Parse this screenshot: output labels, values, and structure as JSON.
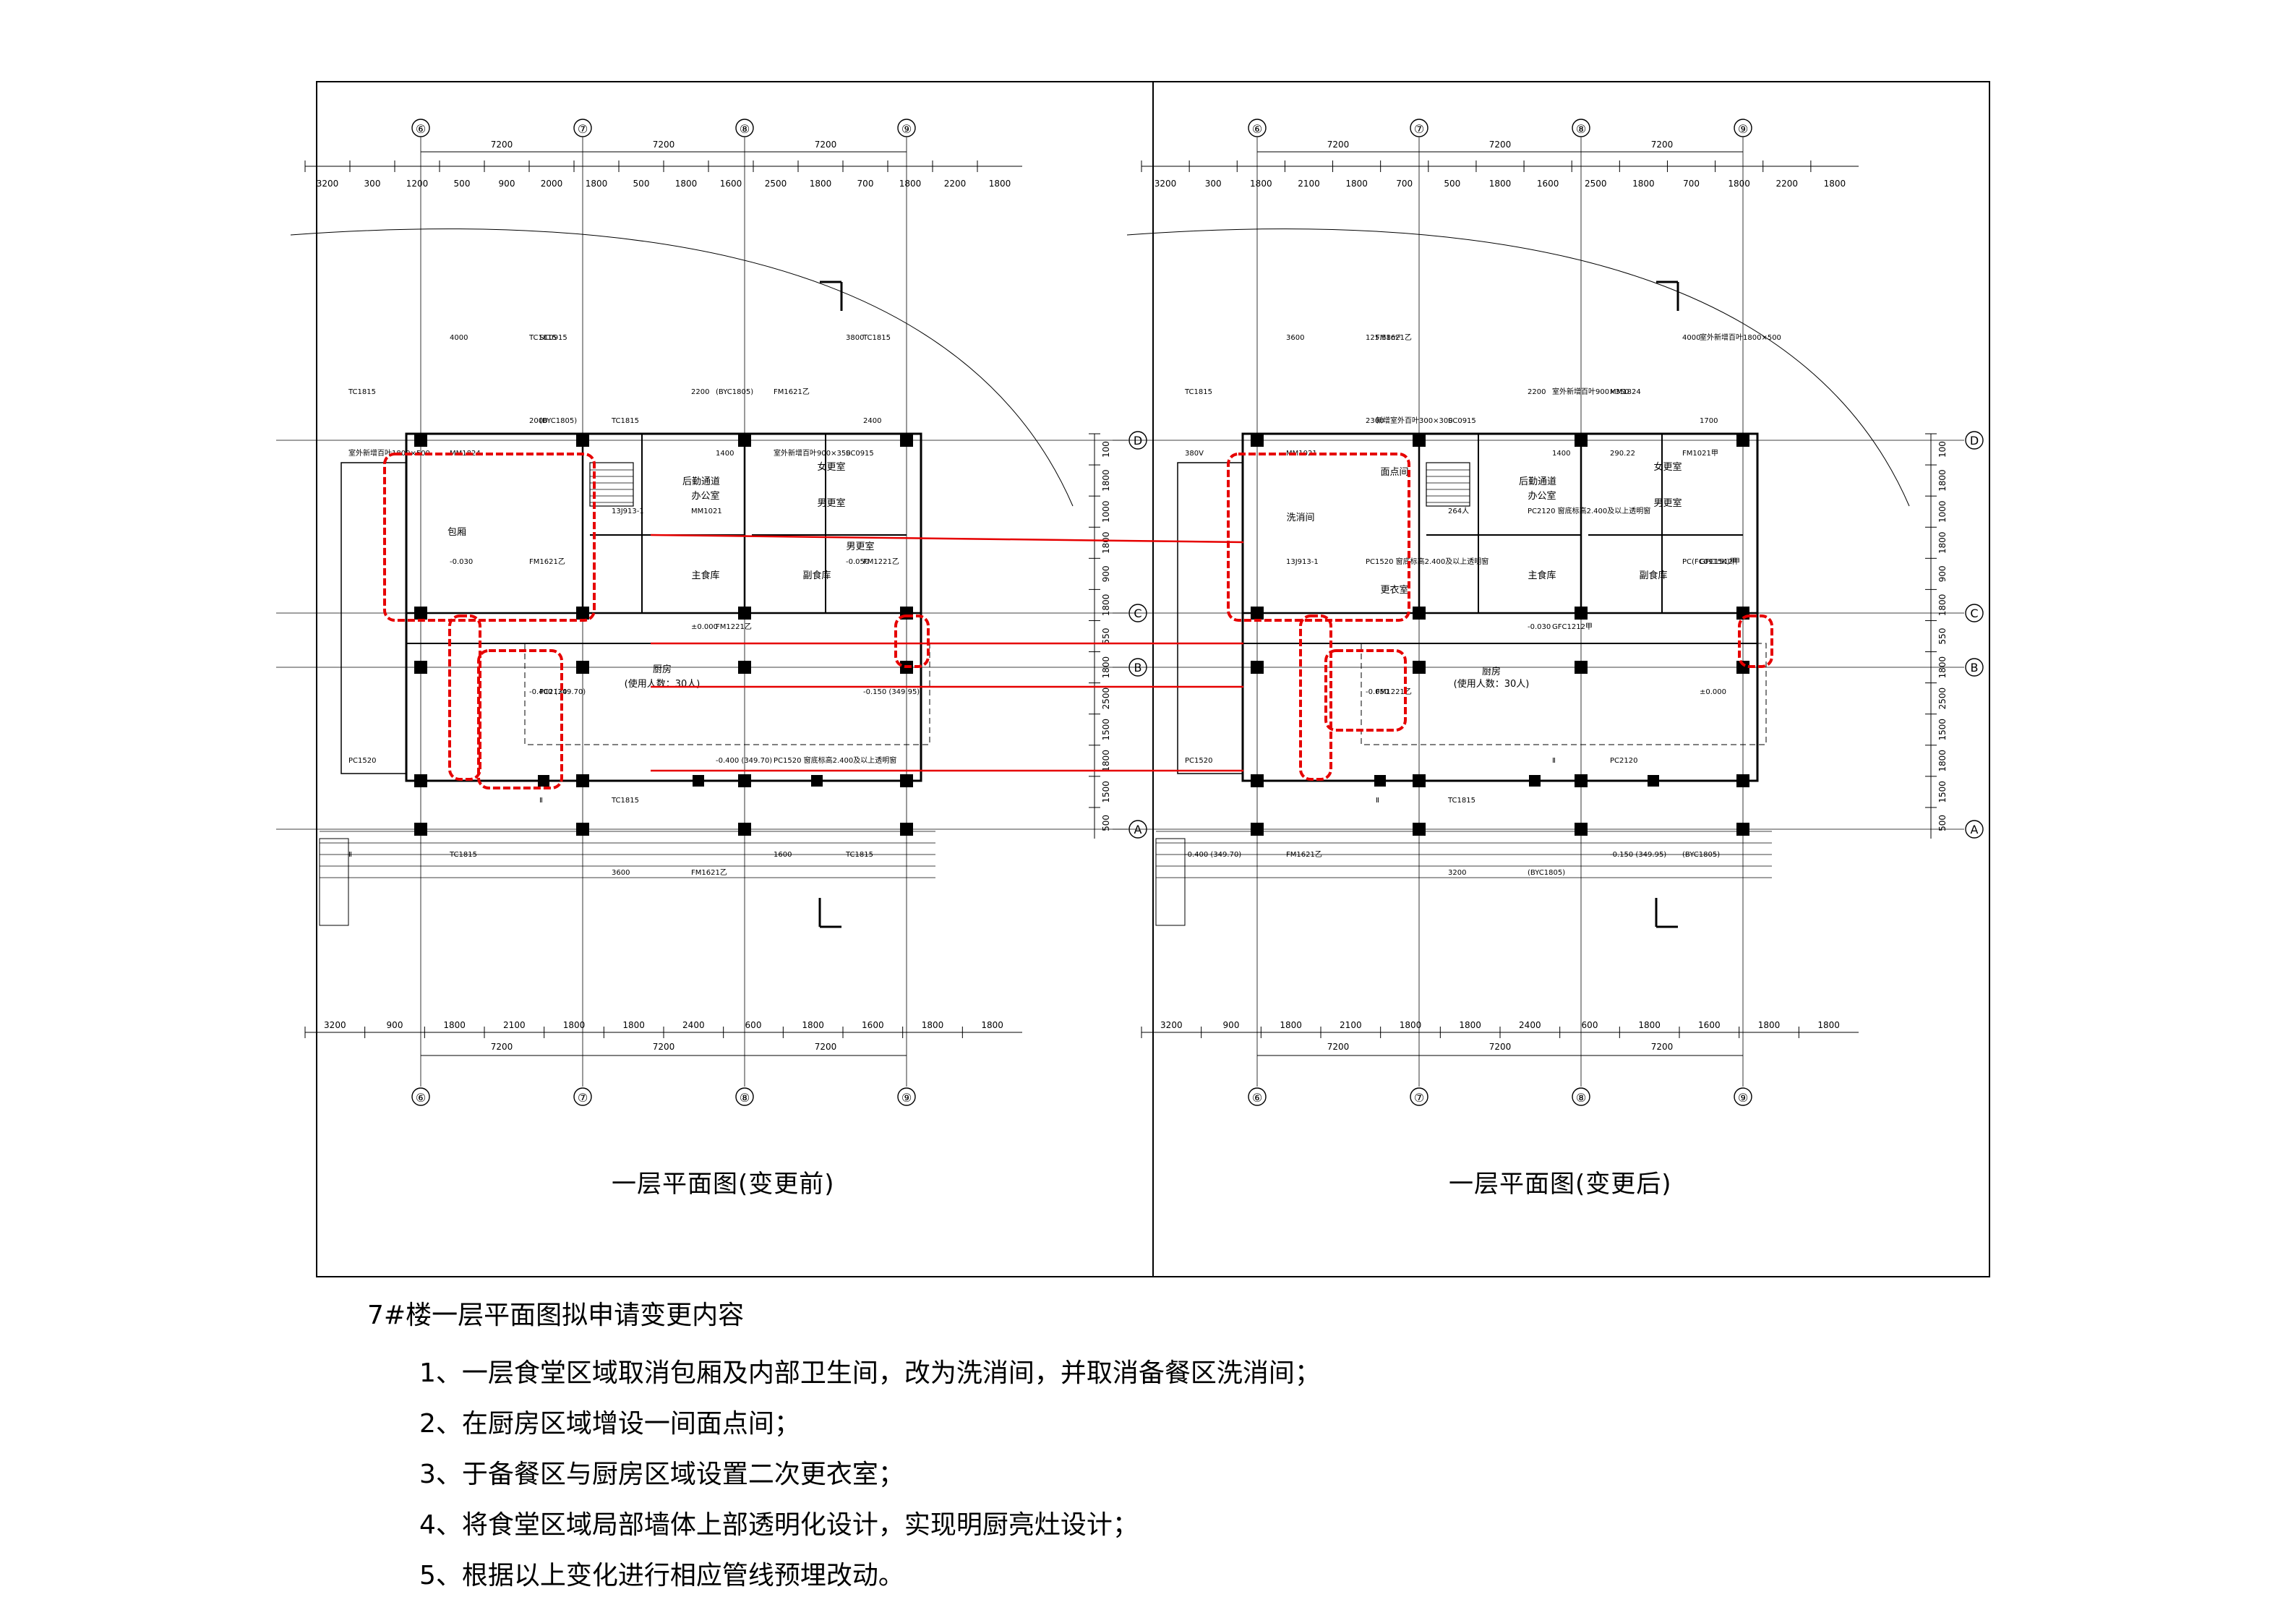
{
  "sheet": {
    "left_title": "一层平面图(变更前)",
    "right_title": "一层平面图(变更后)"
  },
  "plan_before": {
    "axis_columns": [
      "⑥",
      "⑦",
      "⑧",
      "⑨"
    ],
    "axis_rows": [
      "D",
      "C",
      "B",
      "A"
    ],
    "span_dims": [
      "7200",
      "7200",
      "7200"
    ],
    "top_dims": [
      "3200",
      "300",
      "1200",
      "500",
      "900",
      "2000",
      "1800",
      "500",
      "1800",
      "1600",
      "2500",
      "1800",
      "700",
      "1800",
      "2200",
      "1800"
    ],
    "bottom_dims": [
      "3200",
      "900",
      "1800",
      "2100",
      "1800",
      "1800",
      "2400",
      "600",
      "1800",
      "1600",
      "1800",
      "1800"
    ],
    "right_dims": [
      "100",
      "1800",
      "1000",
      "1800",
      "900",
      "1800",
      "550",
      "1800",
      "2500",
      "1500",
      "1800",
      "1500",
      "500"
    ],
    "rooms": {
      "r1": "包厢",
      "r2": "办公室",
      "r3": "主食库",
      "r4": "副食库",
      "r5": "厨房",
      "r6": "(使用人数：30人)",
      "r7": "后勤通道",
      "r8": "女更室",
      "r9": "男更室",
      "r10": "男更室"
    },
    "labels": {
      "l1": "SC0915",
      "l2": "TC1815",
      "l3": "FM1621乙",
      "l4": "TC1815",
      "l5": "MM1824",
      "l6": "SC0915",
      "l7": "MM1021",
      "l8": "FM1621乙",
      "l9": "FM1221乙",
      "l10": "FM1221乙",
      "l11": "PC2120",
      "l12": "PC1520",
      "l13": "PC1520 窗底标高2.400及以上透明窗",
      "l14": "TC1815",
      "l15": "TC1815",
      "l16": "TC1815",
      "l17": "FM1621乙",
      "l18": "TC1815",
      "l19": "TC1815",
      "l20": "(BYC1805)",
      "l21": "(BYC1805)",
      "l22": "室外新增百叶1800×500",
      "l23": "室外新增百叶900×350",
      "l24": "13J913-1",
      "l25": "-0.030",
      "l26": "-0.050",
      "l27": "±0.000",
      "l28": "-0.400 (349.70)",
      "l29": "-0.150 (349.95)",
      "l30": "-0.400 (349.70)",
      "l31": "Ⅱ",
      "l32": "Ⅱ",
      "l33": "1600",
      "l34": "3600",
      "l35": "4000",
      "l36": "3800",
      "l37": "2200",
      "l38": "2000",
      "l39": "2400",
      "l40": "1400"
    }
  },
  "plan_after": {
    "axis_columns": [
      "⑥",
      "⑦",
      "⑧",
      "⑨"
    ],
    "axis_rows": [
      "D",
      "C",
      "B",
      "A"
    ],
    "span_dims": [
      "7200",
      "7200",
      "7200"
    ],
    "top_dims": [
      "3200",
      "300",
      "1800",
      "2100",
      "1800",
      "700",
      "500",
      "1800",
      "1600",
      "2500",
      "1800",
      "700",
      "1800",
      "2200",
      "1800"
    ],
    "bottom_dims": [
      "3200",
      "900",
      "1800",
      "2100",
      "1800",
      "1800",
      "2400",
      "600",
      "1800",
      "1600",
      "1800",
      "1800"
    ],
    "right_dims": [
      "100",
      "1800",
      "1000",
      "1800",
      "900",
      "1800",
      "550",
      "1800",
      "2500",
      "1500",
      "1800",
      "1500",
      "500"
    ],
    "rooms": {
      "r1": "洗消间",
      "r2": "面点间",
      "r3": "办公室",
      "r4": "主食库",
      "r5": "副食库",
      "r6": "厨房",
      "r7": "(使用人数：30人)",
      "r8": "后勤通道",
      "r9": "女更室",
      "r10": "男更室",
      "r11": "更衣室"
    },
    "labels": {
      "l1": "FM1621乙",
      "l2": "TC1815",
      "l3": "MM1824",
      "l4": "SC0915",
      "l5": "MM1021",
      "l6": "FM1021甲",
      "l7": "PC2120 窗底标高2.400及以上透明窗",
      "l8": "PC1520 窗底标高2.400及以上透明窗",
      "l9": "GFC1512甲",
      "l10": "GFC1212甲",
      "l11": "FM1221乙",
      "l12": "PC1520",
      "l13": "PC2120",
      "l14": "TC1815",
      "l15": "FM1621乙",
      "l16": "(BYC1805)",
      "l17": "(BYC1805)",
      "l18": "125.58m²",
      "l19": "室外新增百叶1800×500",
      "l20": "室外新增百叶900×350",
      "l21": "新增室外百叶300×300",
      "l22": "380V",
      "l23": "290.22",
      "l24": "264人",
      "l25": "13J913-1",
      "l26": "PC(FC0915K)甲",
      "l27": "-0.030",
      "l28": "-0.050",
      "l29": "±0.000",
      "l30": "Ⅱ",
      "l31": "Ⅱ",
      "l32": "-0.400 (349.70)",
      "l33": "-0.150 (349.95)",
      "l34": "3200",
      "l35": "3600",
      "l36": "4000",
      "l37": "2200",
      "l38": "2300",
      "l39": "1700",
      "l40": "1400"
    }
  },
  "notes": {
    "heading": "7#楼一层平面图拟申请变更内容",
    "items": [
      "1、一层食堂区域取消包厢及内部卫生间，改为洗消间，并取消备餐区洗消间；",
      "2、在厨房区域增设一间面点间；",
      "3、于备餐区与厨房区域设置二次更衣室；",
      "4、将食堂区域局部墙体上部透明化设计，实现明厨亮灶设计；",
      "5、根据以上变化进行相应管线预埋改动。"
    ]
  },
  "colors": {
    "ink": "#000000",
    "markup_red": "#e60000"
  }
}
